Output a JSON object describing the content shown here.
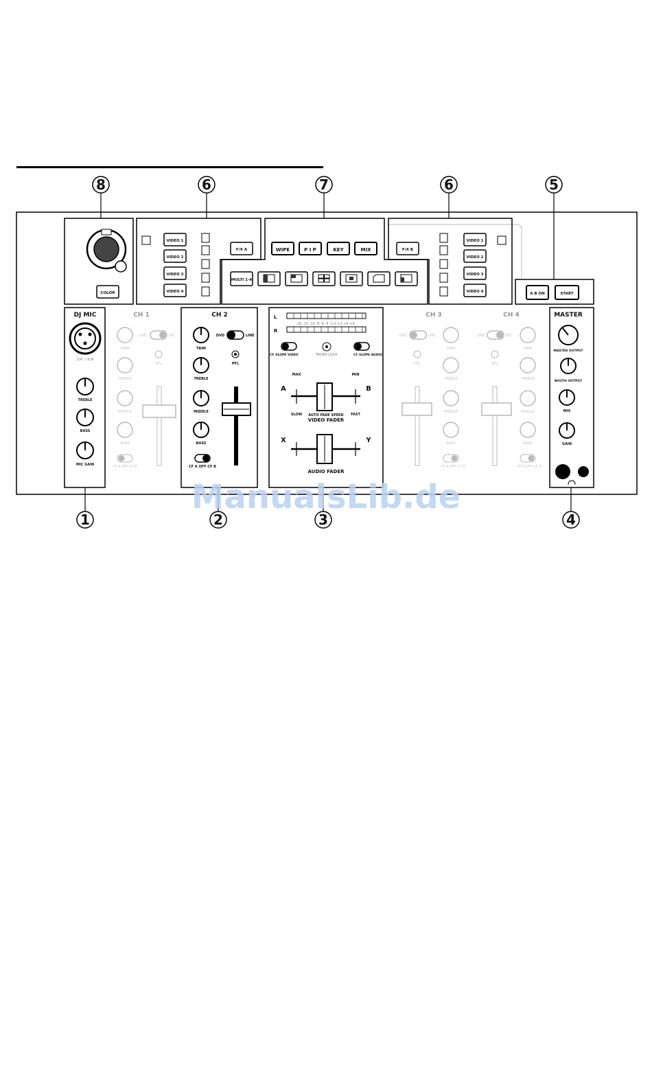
{
  "page": {
    "rule_color": "#000000"
  },
  "callouts": [
    "8",
    "6",
    "7",
    "6",
    "5",
    "1",
    "2",
    "3",
    "4"
  ],
  "dj_mic": {
    "title": "DJ MIC",
    "jack_label": "1/4\" / XLR",
    "knobs": [
      "TREBLE",
      "BASS",
      "MIC GAIN"
    ]
  },
  "color_button": "COLOR",
  "video_buttons": [
    "VIDEO 1",
    "VIDEO 2",
    "VIDEO 3",
    "VIDEO 4"
  ],
  "ab_left": "F/X A",
  "ab_right": "F/X B",
  "effects": [
    "WIPE",
    "P I P",
    "KEY",
    "MIX"
  ],
  "multi": "MULTI 1-4",
  "fx5": {
    "ab_on": "A B ON",
    "start": "START"
  },
  "channels": {
    "ch1": "CH 1",
    "ch2": "CH 2",
    "ch3": "CH 3",
    "ch4": "CH 4",
    "trim": "TRIM",
    "treble": "TREBLE",
    "middle": "MIDDLE",
    "bass": "BASS",
    "pfl": "PFL",
    "dvd": "DVD",
    "line": "LINE",
    "mic": "MIC",
    "cf": "CF A   OFF   CF B"
  },
  "center": {
    "meter_l": "L",
    "meter_r": "R",
    "meter_scale": "-20 -15 -10 -8 -6 -4 -2 0 +2 +4 +6",
    "cf_video": "CF SLOPE VIDEO",
    "fader_lock": "FADER LOCK",
    "cf_audio": "CF SLOPE AUDIO",
    "max": "MAX",
    "min": "MIN",
    "a": "A",
    "b": "B",
    "x": "X",
    "y": "Y",
    "slow": "SLOW",
    "fast": "FAST",
    "auto_speed": "AUTO FADE SPEED",
    "video_fader": "VIDEO FADER",
    "audio_fader": "AUDIO FADER"
  },
  "master": {
    "title": "MASTER",
    "knobs": [
      "MASTER OUTPUT",
      "BOOTH OUTPUT",
      "MIX",
      "GAIN"
    ]
  },
  "watermark": "ManualsLib.de"
}
